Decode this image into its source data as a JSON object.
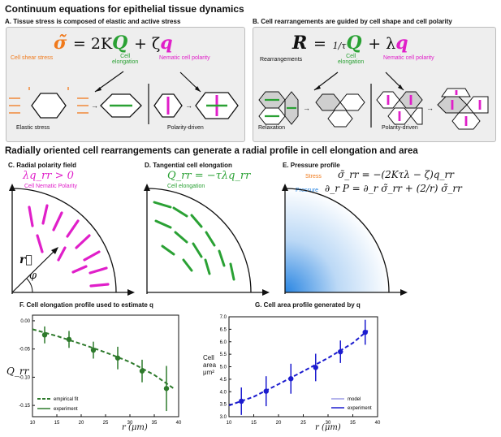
{
  "header": {
    "title": "Continuum equations for epithelial tissue dynamics"
  },
  "panelA": {
    "title": "A. Tissue stress is composed of elastic and active stress",
    "eq_sigma": "σ̃",
    "eq_rest": "= 2K",
    "eq_Q": "Q",
    "eq_plus": "+ ζ",
    "eq_q": "q",
    "label_shear": "Cell shear stress",
    "label_elong": "Cell\nelongation",
    "label_polarity": "Nematic cell polarity",
    "label_elastic": "Elastic stress",
    "label_polar_driven": "Polarity-driven"
  },
  "panelB": {
    "title": "B. Cell rearrangements are guided by cell shape and cell polarity",
    "eq_R": "R",
    "eq_eq": "=",
    "eq_frac": "1/τ",
    "eq_Q": "Q",
    "eq_plus": "+ λ",
    "eq_q": "q",
    "label_rearr": "Rearrangements",
    "label_elong": "Cell\nelongation",
    "label_polarity": "Nematic cell polarity",
    "label_relax": "Relaxation",
    "label_polar_driven": "Polarity-driven"
  },
  "section2": {
    "title": "Radially oriented cell rearrangements can generate a radial profile in cell elongation and area"
  },
  "panelC": {
    "title": "C. Radial polarity field",
    "eq": "λq_rr > 0",
    "label": "Cell Nematic Polarity",
    "r_label": "r⃗",
    "phi_label": "φ"
  },
  "panelD": {
    "title": "D. Tangential cell elongation",
    "eq": "Q_rr = −τλq_rr",
    "label": "Cell elongation"
  },
  "panelE": {
    "title": "E. Pressure profile",
    "stress_label": "Stress",
    "stress_eq": "σ̃_rr = −(2Kτλ − ζ)q_rr",
    "pressure_label": "Pressure",
    "pressure_eq": "∂_r P = ∂_r σ̃_rr + (2/r) σ̃_rr"
  },
  "colors": {
    "orange": "#f07a1c",
    "green": "#2aa134",
    "magenta": "#e01fc9",
    "blue": "#1e7fe0"
  },
  "chart_data": [
    {
      "type": "scatter",
      "title": "F. Cell elongation profile used to estimate q",
      "xlabel": "r (μm)",
      "ylabel": "Q_rr",
      "xlim": [
        10,
        40
      ],
      "ylim": [
        -0.17,
        0.01
      ],
      "xticks": [
        10,
        15,
        20,
        25,
        30,
        35,
        40
      ],
      "yticks": [
        0.0,
        -0.05,
        -0.1,
        -0.15
      ],
      "ytick_labels": [
        "0.00",
        "-0.05",
        "-0.10",
        "-0.15"
      ],
      "series": [
        {
          "name": "experiment",
          "style": "points-errorbars",
          "x": [
            12.5,
            17.5,
            22.5,
            27.5,
            32.5,
            37.5
          ],
          "y": [
            -0.025,
            -0.033,
            -0.052,
            -0.066,
            -0.089,
            -0.12
          ],
          "err": [
            0.015,
            0.015,
            0.015,
            0.02,
            0.02,
            0.04
          ]
        },
        {
          "name": "empirical fit",
          "style": "dashed-line",
          "x": [
            10,
            15,
            20,
            25,
            30,
            35,
            39
          ],
          "y": [
            -0.015,
            -0.027,
            -0.041,
            -0.056,
            -0.073,
            -0.096,
            -0.12
          ]
        }
      ],
      "legend": "bottom-left"
    },
    {
      "type": "scatter",
      "title": "G. Cell area profile generated by q",
      "xlabel": "r (μm)",
      "ylabel": "Cell area μm²",
      "xlim": [
        10,
        40
      ],
      "ylim": [
        3.0,
        7.0
      ],
      "xticks": [
        10,
        15,
        20,
        25,
        30,
        35,
        40
      ],
      "yticks": [
        3.0,
        3.5,
        4.0,
        4.5,
        5.0,
        5.5,
        6.0,
        6.5,
        7.0
      ],
      "ytick_labels": [
        "3.0",
        "3.5",
        "4.0",
        "4.5",
        "5.0",
        "5.5",
        "6.0",
        "6.5",
        "7.0"
      ],
      "series": [
        {
          "name": "experiment",
          "style": "points-errorbars",
          "x": [
            12.5,
            17.5,
            22.5,
            27.5,
            32.5,
            37.5
          ],
          "y": [
            3.62,
            4.02,
            4.52,
            4.97,
            5.6,
            6.38
          ],
          "err": [
            0.55,
            0.6,
            0.6,
            0.55,
            0.45,
            0.5
          ]
        },
        {
          "name": "model",
          "style": "dashed-line",
          "x": [
            10,
            15,
            20,
            25,
            30,
            35,
            38
          ],
          "y": [
            3.45,
            3.8,
            4.3,
            4.82,
            5.35,
            5.95,
            6.45
          ]
        }
      ],
      "legend": "bottom-right"
    }
  ]
}
